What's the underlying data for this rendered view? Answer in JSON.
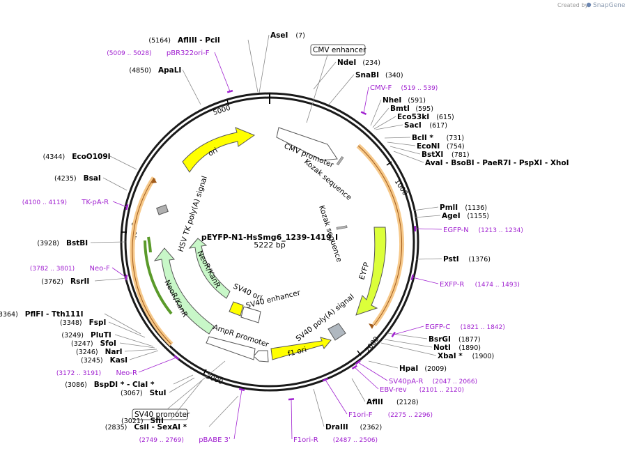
{
  "credit": {
    "prefix": "Created by",
    "brand": "SnapGene"
  },
  "plasmid": {
    "name": "pEYFP-N1-HsSmg6_1239-1419_I",
    "size_label": "5222 bp",
    "length": 5222
  },
  "ticks": [
    "1000",
    "2000",
    "3000",
    "4000",
    "5000"
  ],
  "features": [
    {
      "name": "CMV enhancer",
      "boxed": true
    },
    {
      "name": "CMV promoter"
    },
    {
      "name": "Kozak sequence"
    },
    {
      "name": "Kozak sequence"
    },
    {
      "name": "EYFP"
    },
    {
      "name": "SV40 poly(A) signal"
    },
    {
      "name": "f1 ori"
    },
    {
      "name": "AmpR promoter"
    },
    {
      "name": "SV40 ori"
    },
    {
      "name": "SV40 enhancer"
    },
    {
      "name": "NeoR/KanR"
    },
    {
      "name": "NeoR/KanR"
    },
    {
      "name": "HSV TK poly(A) signal"
    },
    {
      "name": "ori"
    },
    {
      "name": "SV40 promoter",
      "boxed": true
    }
  ],
  "sites": [
    {
      "name": "AseI",
      "pos": "(7)"
    },
    {
      "name": "NdeI",
      "pos": "(234)"
    },
    {
      "name": "SnaBI",
      "pos": "(340)"
    },
    {
      "name": "NheI",
      "pos": "(591)"
    },
    {
      "name": "BmtI",
      "pos": "(595)"
    },
    {
      "name": "Eco53kI",
      "pos": "(615)"
    },
    {
      "name": "SacI",
      "pos": "(617)"
    },
    {
      "name": "BclI *",
      "pos": "(731)"
    },
    {
      "name": "EcoNI",
      "pos": "(754)"
    },
    {
      "name": "BstXI",
      "pos": "(781)"
    },
    {
      "name": "AvaI   - BsoBI   - PaeR7I   - PspXI   - XhoI",
      "pos": "(835)"
    },
    {
      "name": "PmlI",
      "pos": "(1136)"
    },
    {
      "name": "AgeI",
      "pos": "(1155)"
    },
    {
      "name": "PstI",
      "pos": "(1376)"
    },
    {
      "name": "BsrGI",
      "pos": "(1877)"
    },
    {
      "name": "NotI",
      "pos": "(1890)"
    },
    {
      "name": "XbaI *",
      "pos": "(1900)"
    },
    {
      "name": "HpaI",
      "pos": "(2009)"
    },
    {
      "name": "AflII",
      "pos": "(2128)"
    },
    {
      "name": "DraIII",
      "pos": "(2362)"
    },
    {
      "name": "CsiI   - SexAI *",
      "pos": "(2835)"
    },
    {
      "name": "SfiI",
      "pos": "(3021)"
    },
    {
      "name": "StuI",
      "pos": "(3067)"
    },
    {
      "name": "BspDI *  - ClaI *",
      "pos": "(3086)"
    },
    {
      "name": "KasI",
      "pos": "(3245)"
    },
    {
      "name": "NarI",
      "pos": "(3246)"
    },
    {
      "name": "SfoI",
      "pos": "(3247)"
    },
    {
      "name": "PluTI",
      "pos": "(3249)"
    },
    {
      "name": "FspI",
      "pos": "(3348)"
    },
    {
      "name": "PflFI   - Tth111I",
      "pos": "(3364)"
    },
    {
      "name": "RsrII",
      "pos": "(3762)"
    },
    {
      "name": "BstBI",
      "pos": "(3928)"
    },
    {
      "name": "BsaI",
      "pos": "(4235)"
    },
    {
      "name": "EcoO109I",
      "pos": "(4344)"
    },
    {
      "name": "ApaLI",
      "pos": "(4850)"
    },
    {
      "name": "AflIII   - PciI",
      "pos": "(5164)"
    }
  ],
  "primers": [
    {
      "name": "CMV-F",
      "pos": "(519 .. 539)"
    },
    {
      "name": "EGFP-N",
      "pos": "(1213 .. 1234)"
    },
    {
      "name": "EXFP-R",
      "pos": "(1474 .. 1493)"
    },
    {
      "name": "EGFP-C",
      "pos": "(1821 .. 1842)"
    },
    {
      "name": "SV40pA-R",
      "pos": "(2047 .. 2066)"
    },
    {
      "name": "EBV-rev",
      "pos": "(2101 .. 2120)"
    },
    {
      "name": "F1ori-F",
      "pos": "(2275 .. 2296)"
    },
    {
      "name": "F1ori-R",
      "pos": "(2487 .. 2506)"
    },
    {
      "name": "pBABE 3'",
      "pos": "(2749 .. 2769)"
    },
    {
      "name": "Neo-R",
      "pos": "(3172 .. 3191)"
    },
    {
      "name": "Neo-F",
      "pos": "(3782 .. 3801)"
    },
    {
      "name": "TK-pA-R",
      "pos": "(4100 .. 4119)"
    },
    {
      "name": "pBR322ori-F",
      "pos": "(5009 .. 5028)"
    }
  ],
  "colors": {
    "backbone": "#1a1a1a",
    "yellow": "#ffff00",
    "yfp": "#dcff3a",
    "green": "#c8f7c8",
    "orange": "#f7c98a",
    "grey": "#b0b0b0",
    "primer": "#a020d0"
  }
}
